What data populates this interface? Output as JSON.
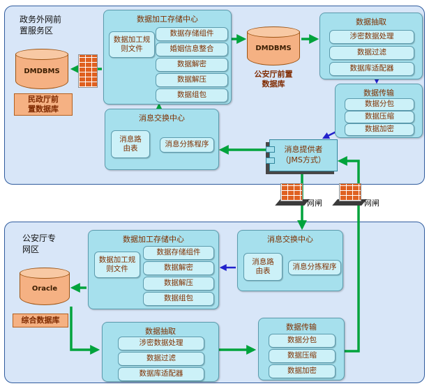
{
  "zones": {
    "top": {
      "label": "政务外网前\n置服务区"
    },
    "bottom": {
      "label": "公安厅专\n网区"
    }
  },
  "databases": {
    "civil_front": {
      "engine": "DMDBMS",
      "label": "民政厅前\n置数据库"
    },
    "police_front": {
      "engine": "DMDBMS",
      "label": "公安厅前置\n数据库"
    },
    "oracle": {
      "engine": "Oracle",
      "label": "综合数据库"
    }
  },
  "top_center": {
    "title": "数据加工存储中心",
    "rule_file": "数据加工规\n则文件",
    "items": [
      "数据存储组件",
      "婚姻信息整合",
      "数据解密",
      "数据解压",
      "数据组包"
    ]
  },
  "top_extract": {
    "title": "数据抽取",
    "items": [
      "涉密数据处理",
      "数据过滤",
      "数据库适配器"
    ]
  },
  "top_transmit": {
    "title": "数据传输",
    "items": [
      "数据分包",
      "数据压缩",
      "数据加密"
    ]
  },
  "top_msgx": {
    "title": "消息交换中心",
    "router": "消息路\n由表",
    "sorter": "消息分拣程序"
  },
  "provider": {
    "label": "消息提供者\n（JMS方式）"
  },
  "gates": {
    "left": "网闸",
    "right": "网闸"
  },
  "bottom_center": {
    "title": "数据加工存储中心",
    "rule_file": "数据加工规\n则文件",
    "items": [
      "数据存储组件",
      "数据解密",
      "数据解压",
      "数据组包"
    ]
  },
  "bottom_msgx": {
    "title": "消息交换中心",
    "router": "消息路\n由表",
    "sorter": "消息分拣程序"
  },
  "bottom_extract": {
    "title": "数据抽取",
    "items": [
      "涉密数据处理",
      "数据过滤",
      "数据库适配器"
    ]
  },
  "bottom_transmit": {
    "title": "数据传输",
    "items": [
      "数据分包",
      "数据压缩",
      "数据加密"
    ]
  },
  "colors": {
    "zone_fill": "#d8e6f8",
    "module_fill": "#a6e0ed",
    "sub_fill": "#ccf1f8",
    "db_fill": "#f5b183",
    "arrow_green": "#00a33c",
    "arrow_blue": "#2222cc"
  }
}
